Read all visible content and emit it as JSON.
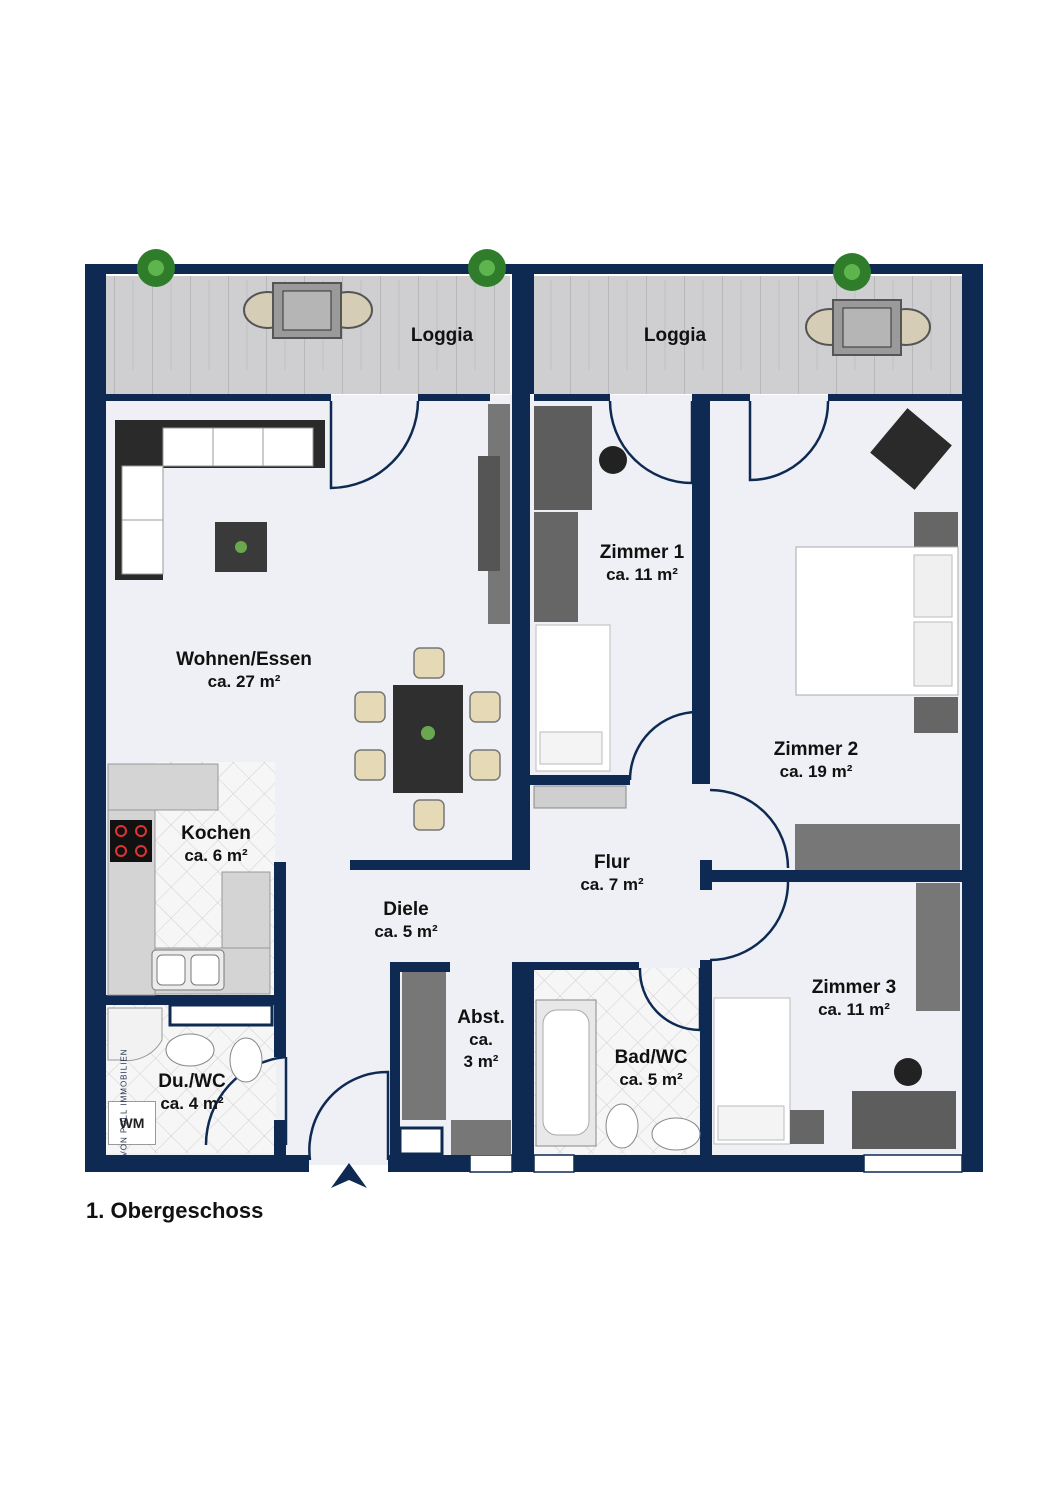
{
  "floor_title": "1. Obergeschoss",
  "brand_mark": "VON POLL IMMOBILIEN",
  "rooms": {
    "loggia_left": {
      "name": "Loggia"
    },
    "loggia_right": {
      "name": "Loggia"
    },
    "wohnen": {
      "name": "Wohnen/Essen",
      "area": "ca. 27 m²"
    },
    "zimmer1": {
      "name": "Zimmer 1",
      "area": "ca. 11 m²"
    },
    "zimmer2": {
      "name": "Zimmer 2",
      "area": "ca. 19 m²"
    },
    "zimmer3": {
      "name": "Zimmer 3",
      "area": "ca. 11 m²"
    },
    "kochen": {
      "name": "Kochen",
      "area": "ca. 6 m²"
    },
    "flur": {
      "name": "Flur",
      "area": "ca. 7 m²"
    },
    "diele": {
      "name": "Diele",
      "area": "ca. 5 m²"
    },
    "abst": {
      "name": "Abst.",
      "area_line1": "ca.",
      "area_line2": "3 m²"
    },
    "bad": {
      "name": "Bad/WC",
      "area": "ca. 5 m²"
    },
    "duwc": {
      "name": "Du./WC",
      "area": "ca. 4 m²"
    }
  },
  "appliances": {
    "washing_machine": "WM"
  },
  "colors": {
    "wall": "#0e2a52",
    "floor": "#eef0f5",
    "deck": "#c9c9cb",
    "tile": "#f3f3f3",
    "furniture_dark": "#3a3a3a"
  }
}
